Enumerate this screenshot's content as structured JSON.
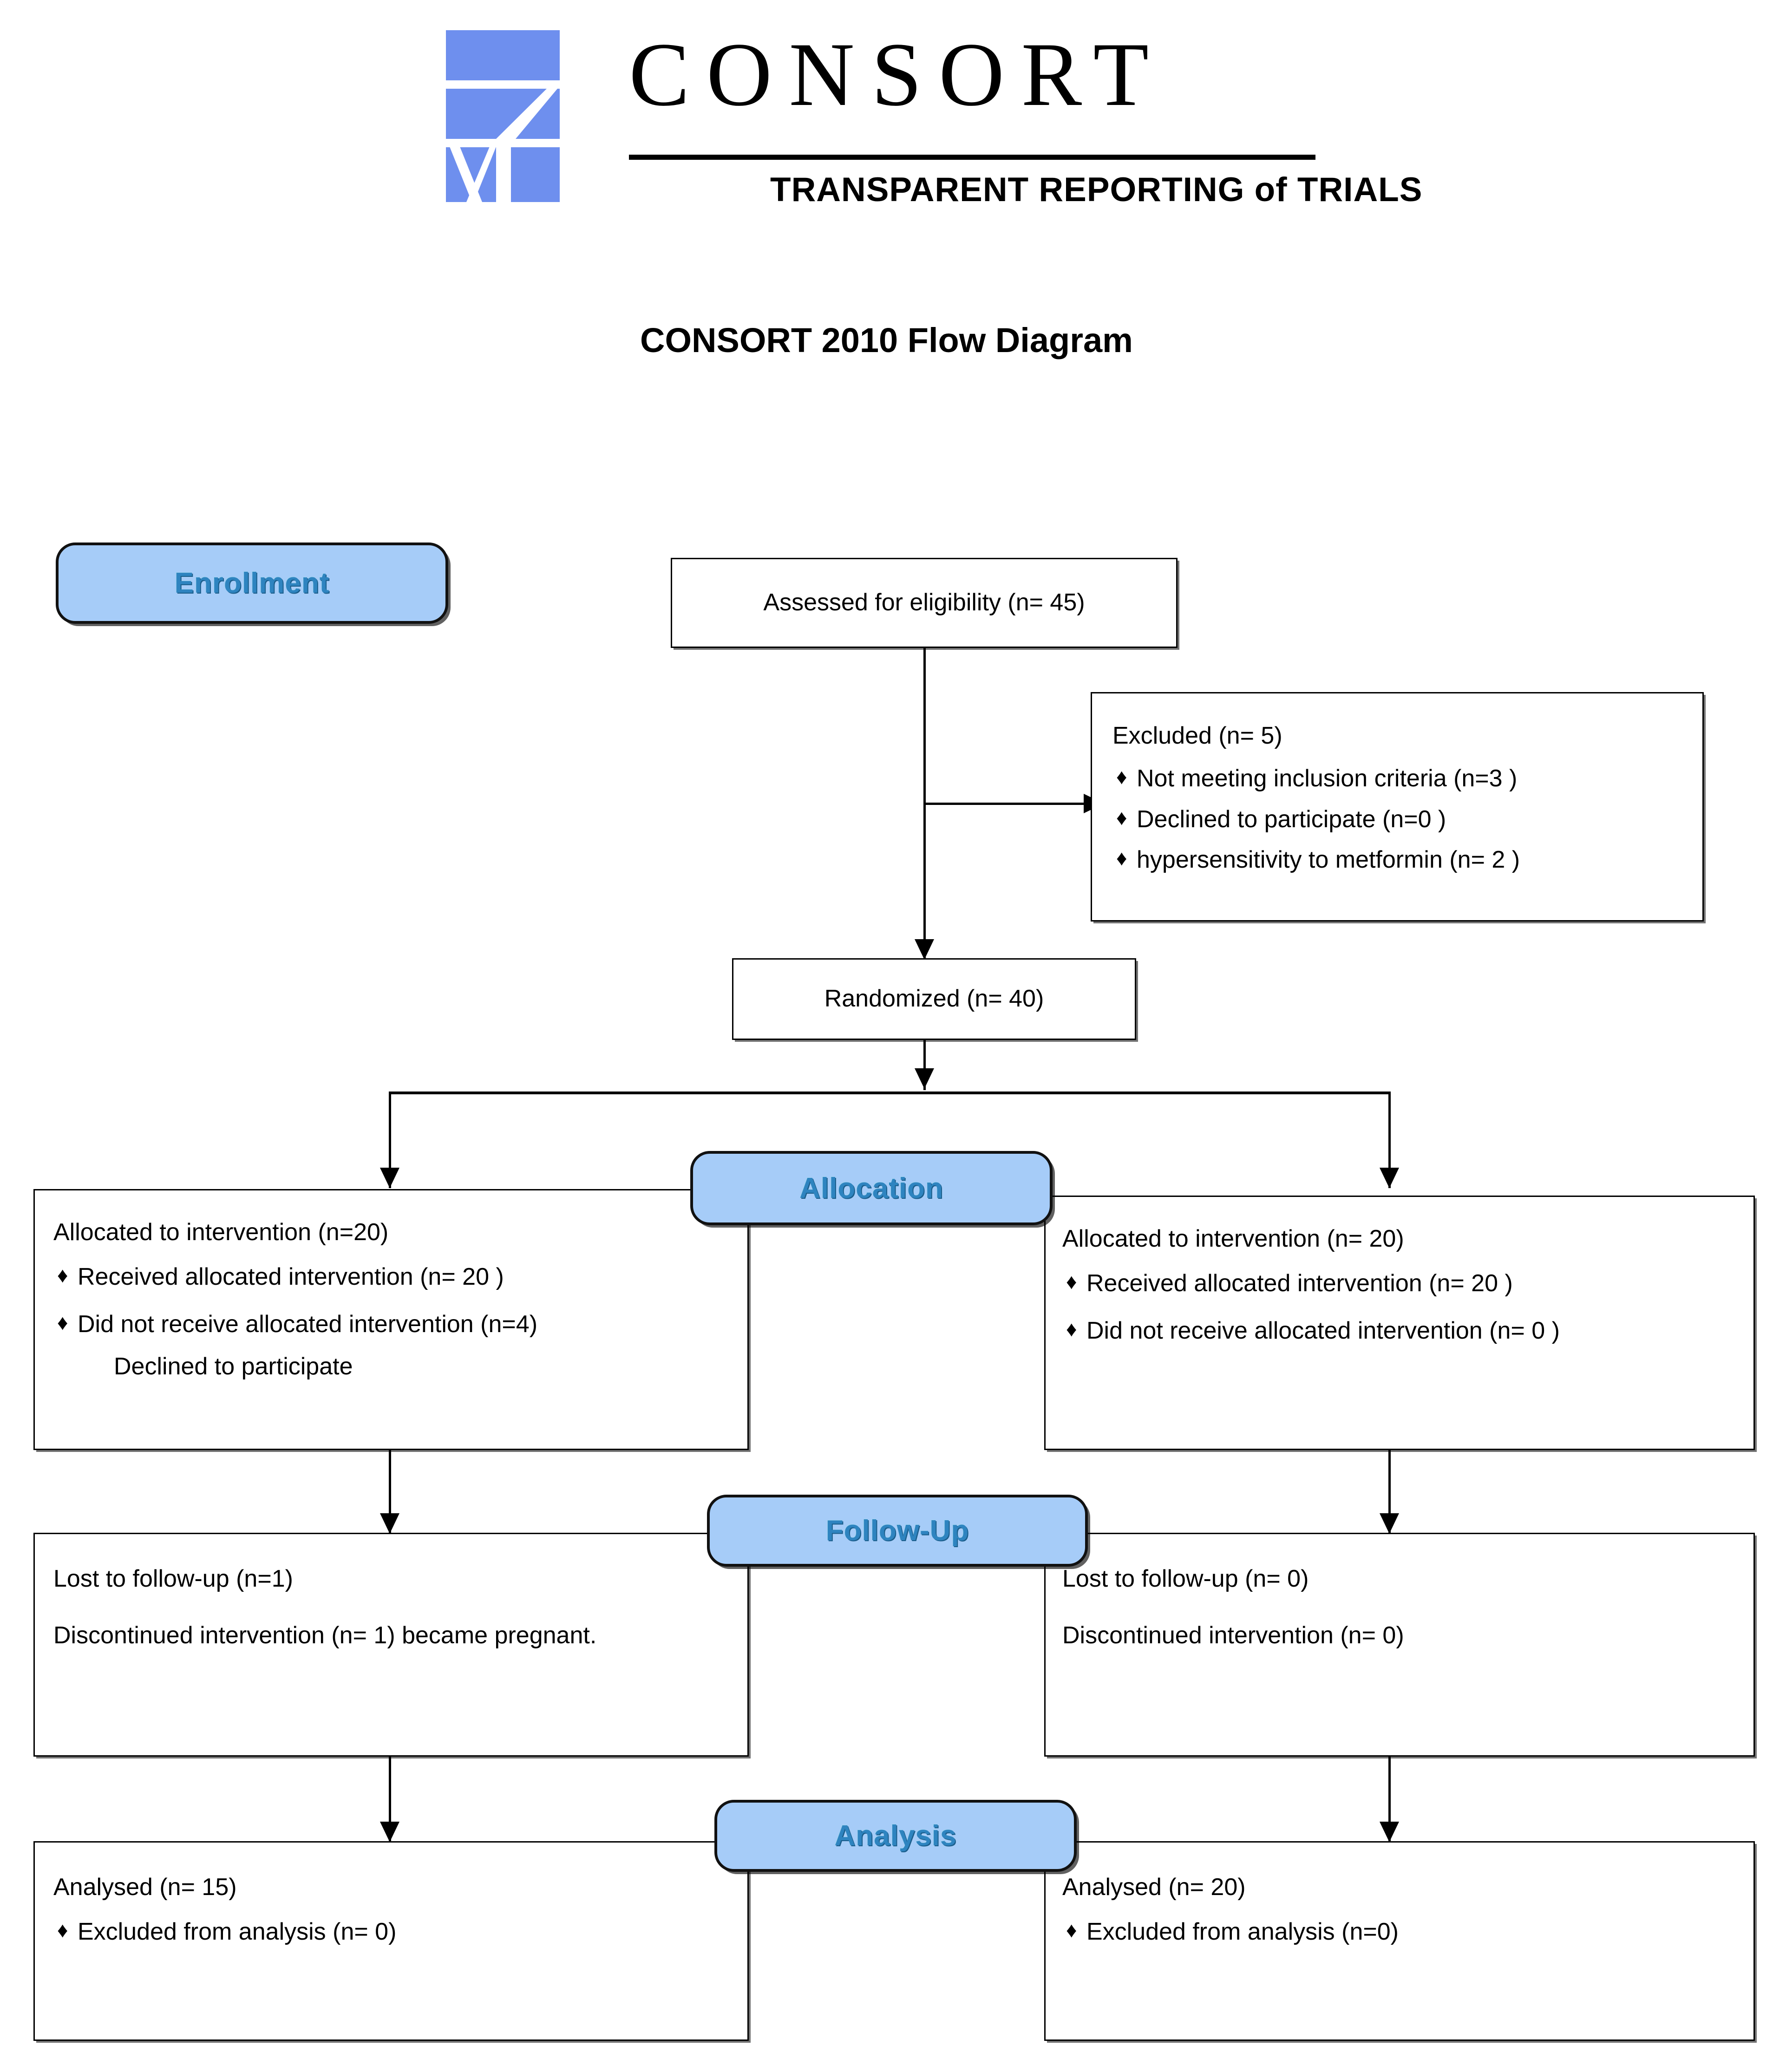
{
  "logo": {
    "wordmark": "CONSORT",
    "tagline": "TRANSPARENT REPORTING of TRIALS",
    "mark_color": "#6E8FEE"
  },
  "title": "CONSORT 2010 Flow Diagram",
  "stages": {
    "enrollment": "Enrollment",
    "allocation": "Allocation",
    "followup": "Follow-Up",
    "analysis": "Analysis"
  },
  "accent": {
    "badge_fill": "#A6CCF8",
    "badge_text": "#2E84C0",
    "border": "#000000"
  },
  "boxes": {
    "assessed": {
      "text": "Assessed for eligibility (n= 45)"
    },
    "excluded": {
      "heading": "Excluded (n= 5)",
      "items": [
        "Not meeting inclusion criteria (n=3  )",
        "Declined to participate (n=0  )",
        "hypersensitivity to metformin (n= 2 )"
      ]
    },
    "randomized": {
      "text": "Randomized (n= 40)"
    },
    "allocated_left": {
      "heading": "Allocated to intervention (n=20)",
      "items": [
        "Received allocated intervention (n= 20 )",
        "Did not receive allocated intervention  (n=4)"
      ],
      "note": "Declined to participate"
    },
    "allocated_right": {
      "heading": "Allocated to intervention (n= 20)",
      "items": [
        "Received allocated intervention (n= 20 )",
        "Did not receive allocated intervention (n= 0 )"
      ]
    },
    "followup_left": {
      "line1": "Lost to follow-up (n=1)",
      "line2": "Discontinued intervention (n= 1) became pregnant."
    },
    "followup_right": {
      "line1": "Lost to follow-up (n= 0)",
      "line2": "Discontinued intervention (n= 0)"
    },
    "analysis_left": {
      "heading": "Analysed (n= 15)",
      "items": [
        "Excluded from analysis (n= 0)"
      ]
    },
    "analysis_right": {
      "heading": "Analysed (n= 20)",
      "items": [
        "Excluded from analysis (n=0)"
      ]
    }
  },
  "glyphs": {
    "bullet": "♦"
  }
}
